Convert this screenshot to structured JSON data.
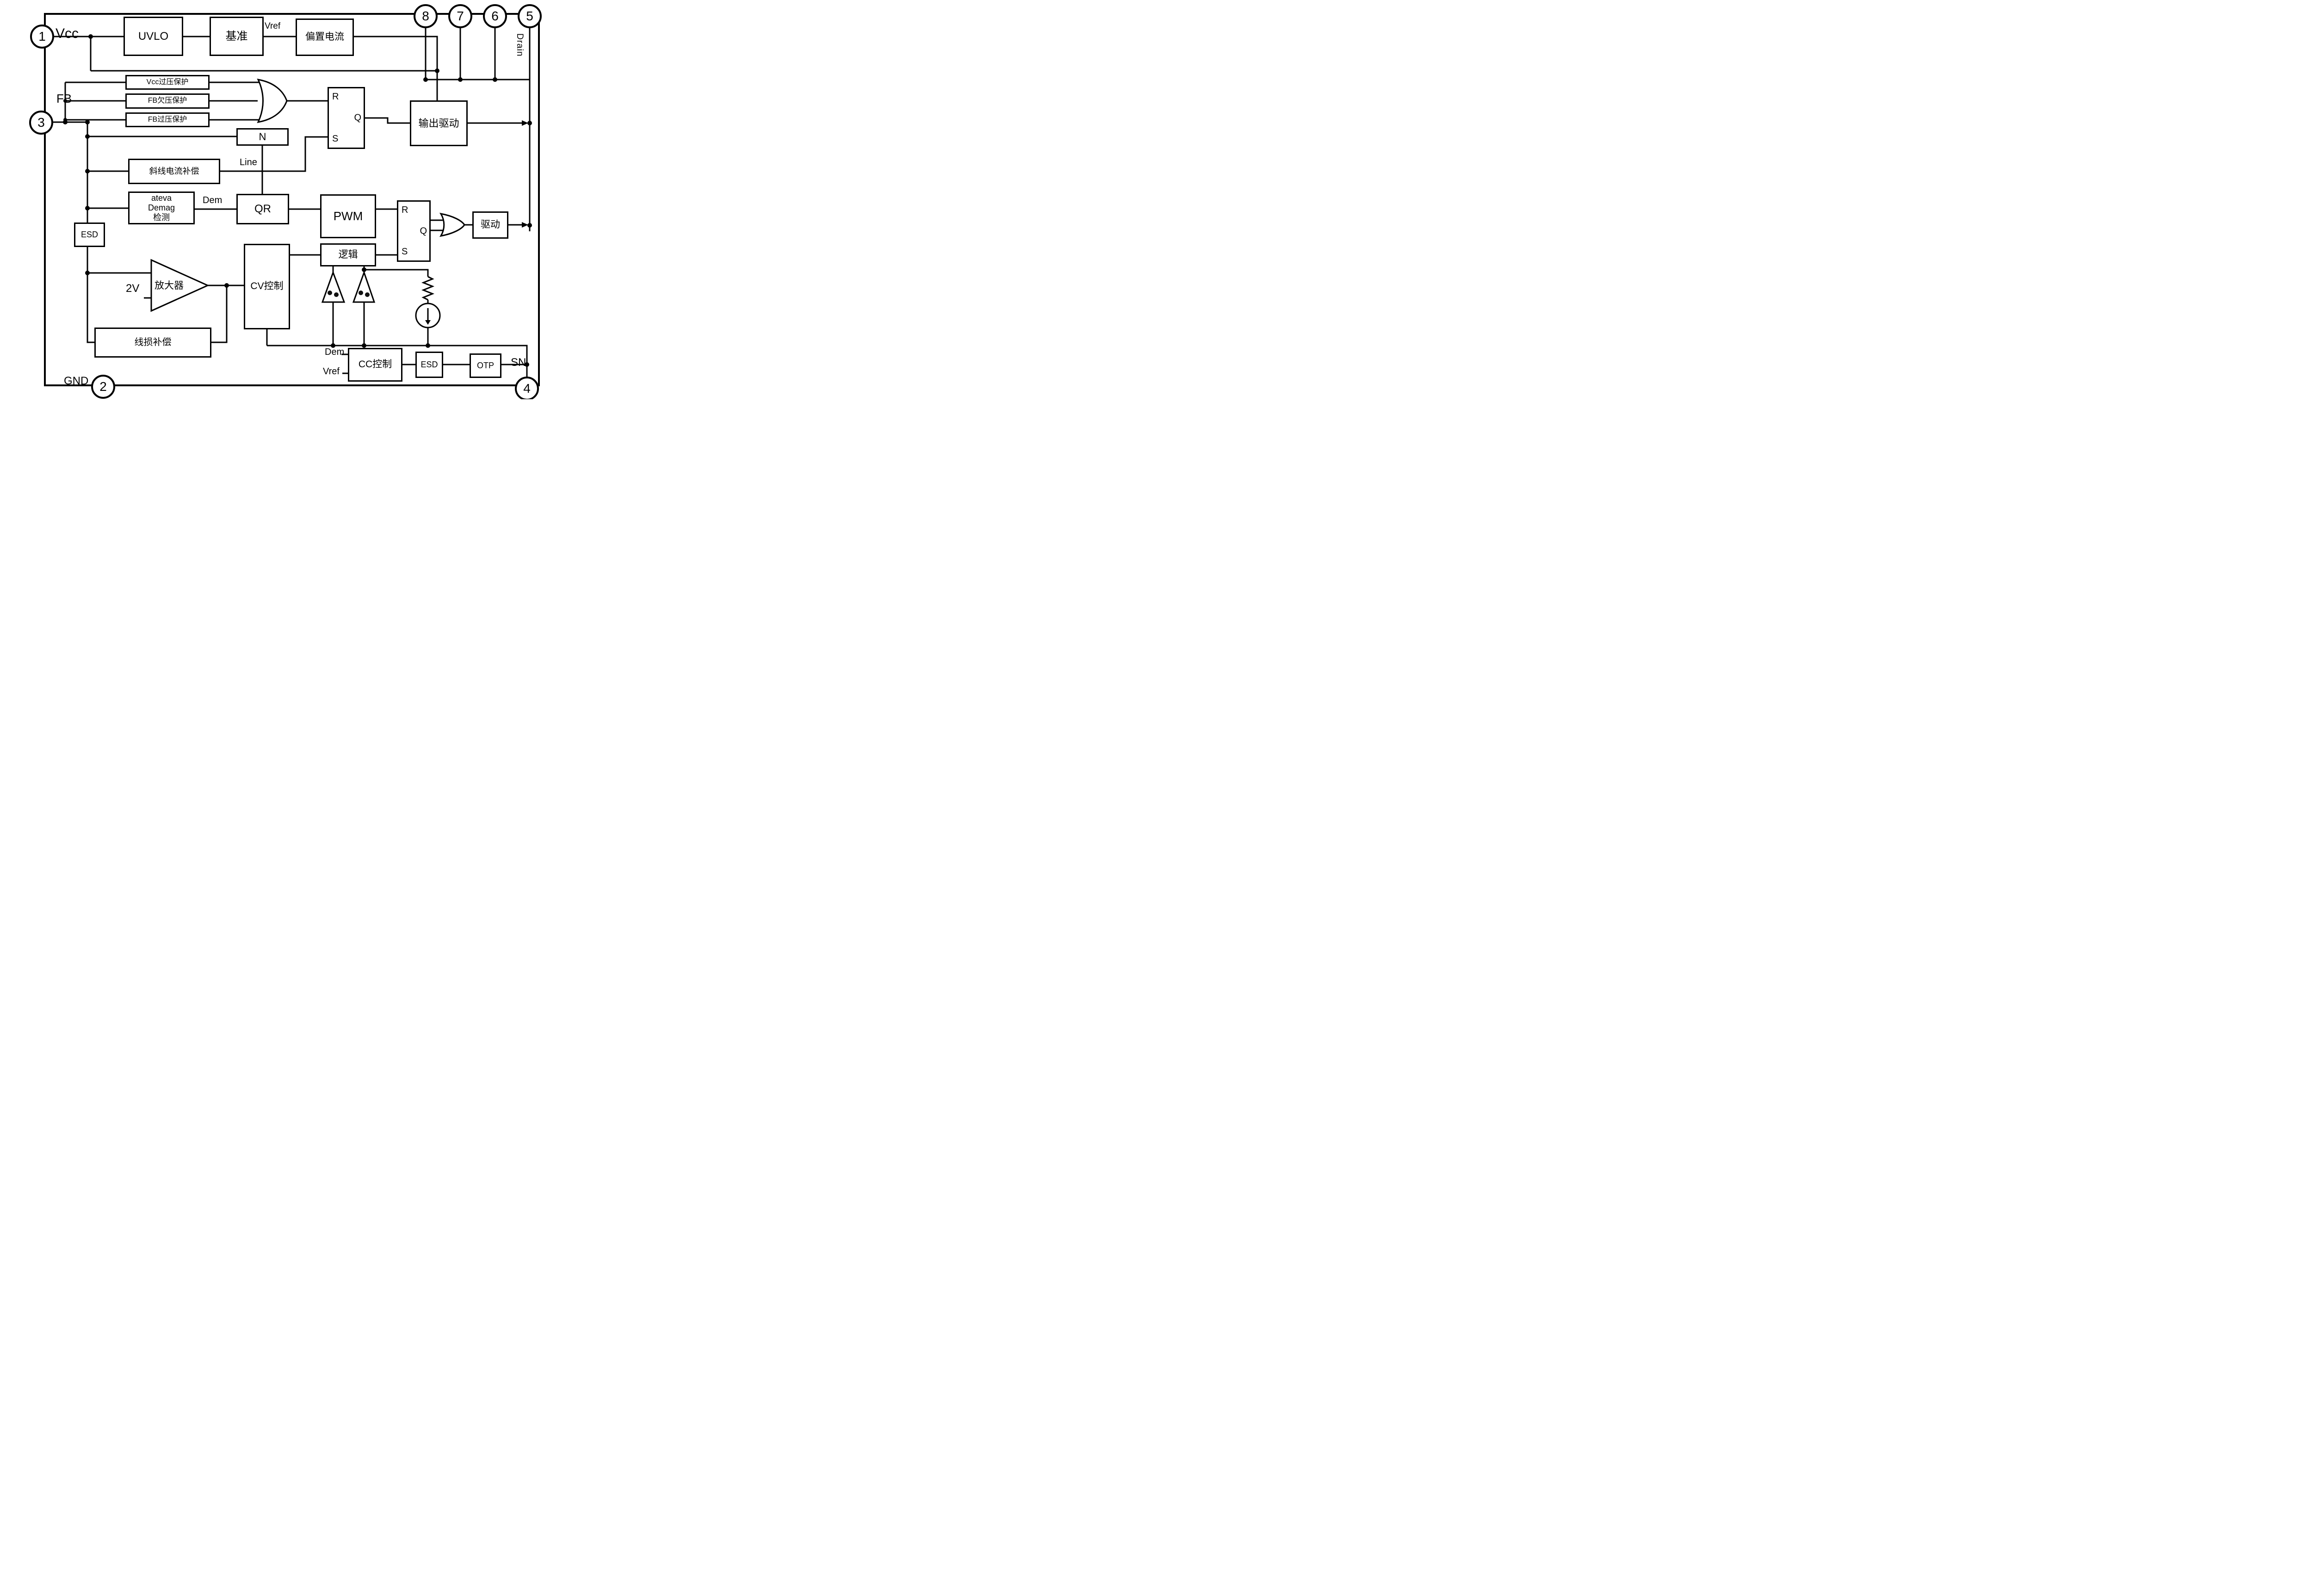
{
  "colors": {
    "line": "#000000",
    "background": "#ffffff"
  },
  "pins": {
    "p1": "1",
    "p2": "2",
    "p3": "3",
    "p4": "4",
    "p5": "5",
    "p6": "6",
    "p7": "7",
    "p8": "8"
  },
  "labels": {
    "vcc": "Vcc",
    "gnd": "GND",
    "fb": "FB",
    "sn": "SN",
    "drain": "Drain",
    "vref_top": "Vref",
    "dem_mid": "Dem",
    "line": "Line",
    "v2": "2V",
    "dem_bottom": "Dem",
    "vref_bottom": "Vref"
  },
  "blocks": {
    "uvlo": "UVLO",
    "reference": "基准",
    "bias": "偏置电流",
    "vcc_ovp": "Vcc过压保护",
    "fb_uvp": "FB欠压保护",
    "fb_ovp": "FB过压保护",
    "divider": "N",
    "slope": "斜线电流补偿",
    "demag_line1": "Demag",
    "demag_line2": "检测",
    "qr": "QR",
    "out_drive": "输出驱动",
    "pwm": "PWM",
    "logic": "逻辑",
    "drive": "驱动",
    "amp": "放大器",
    "cv": "CV控制",
    "line_comp": "线损补偿",
    "esd_left": "ESD",
    "cc": "CC控制",
    "esd_bottom": "ESD",
    "otp": "OTP",
    "ff1": {
      "r": "R",
      "s": "S",
      "q": "Q"
    },
    "ff2": {
      "r": "R",
      "s": "S",
      "q": "Q"
    }
  }
}
